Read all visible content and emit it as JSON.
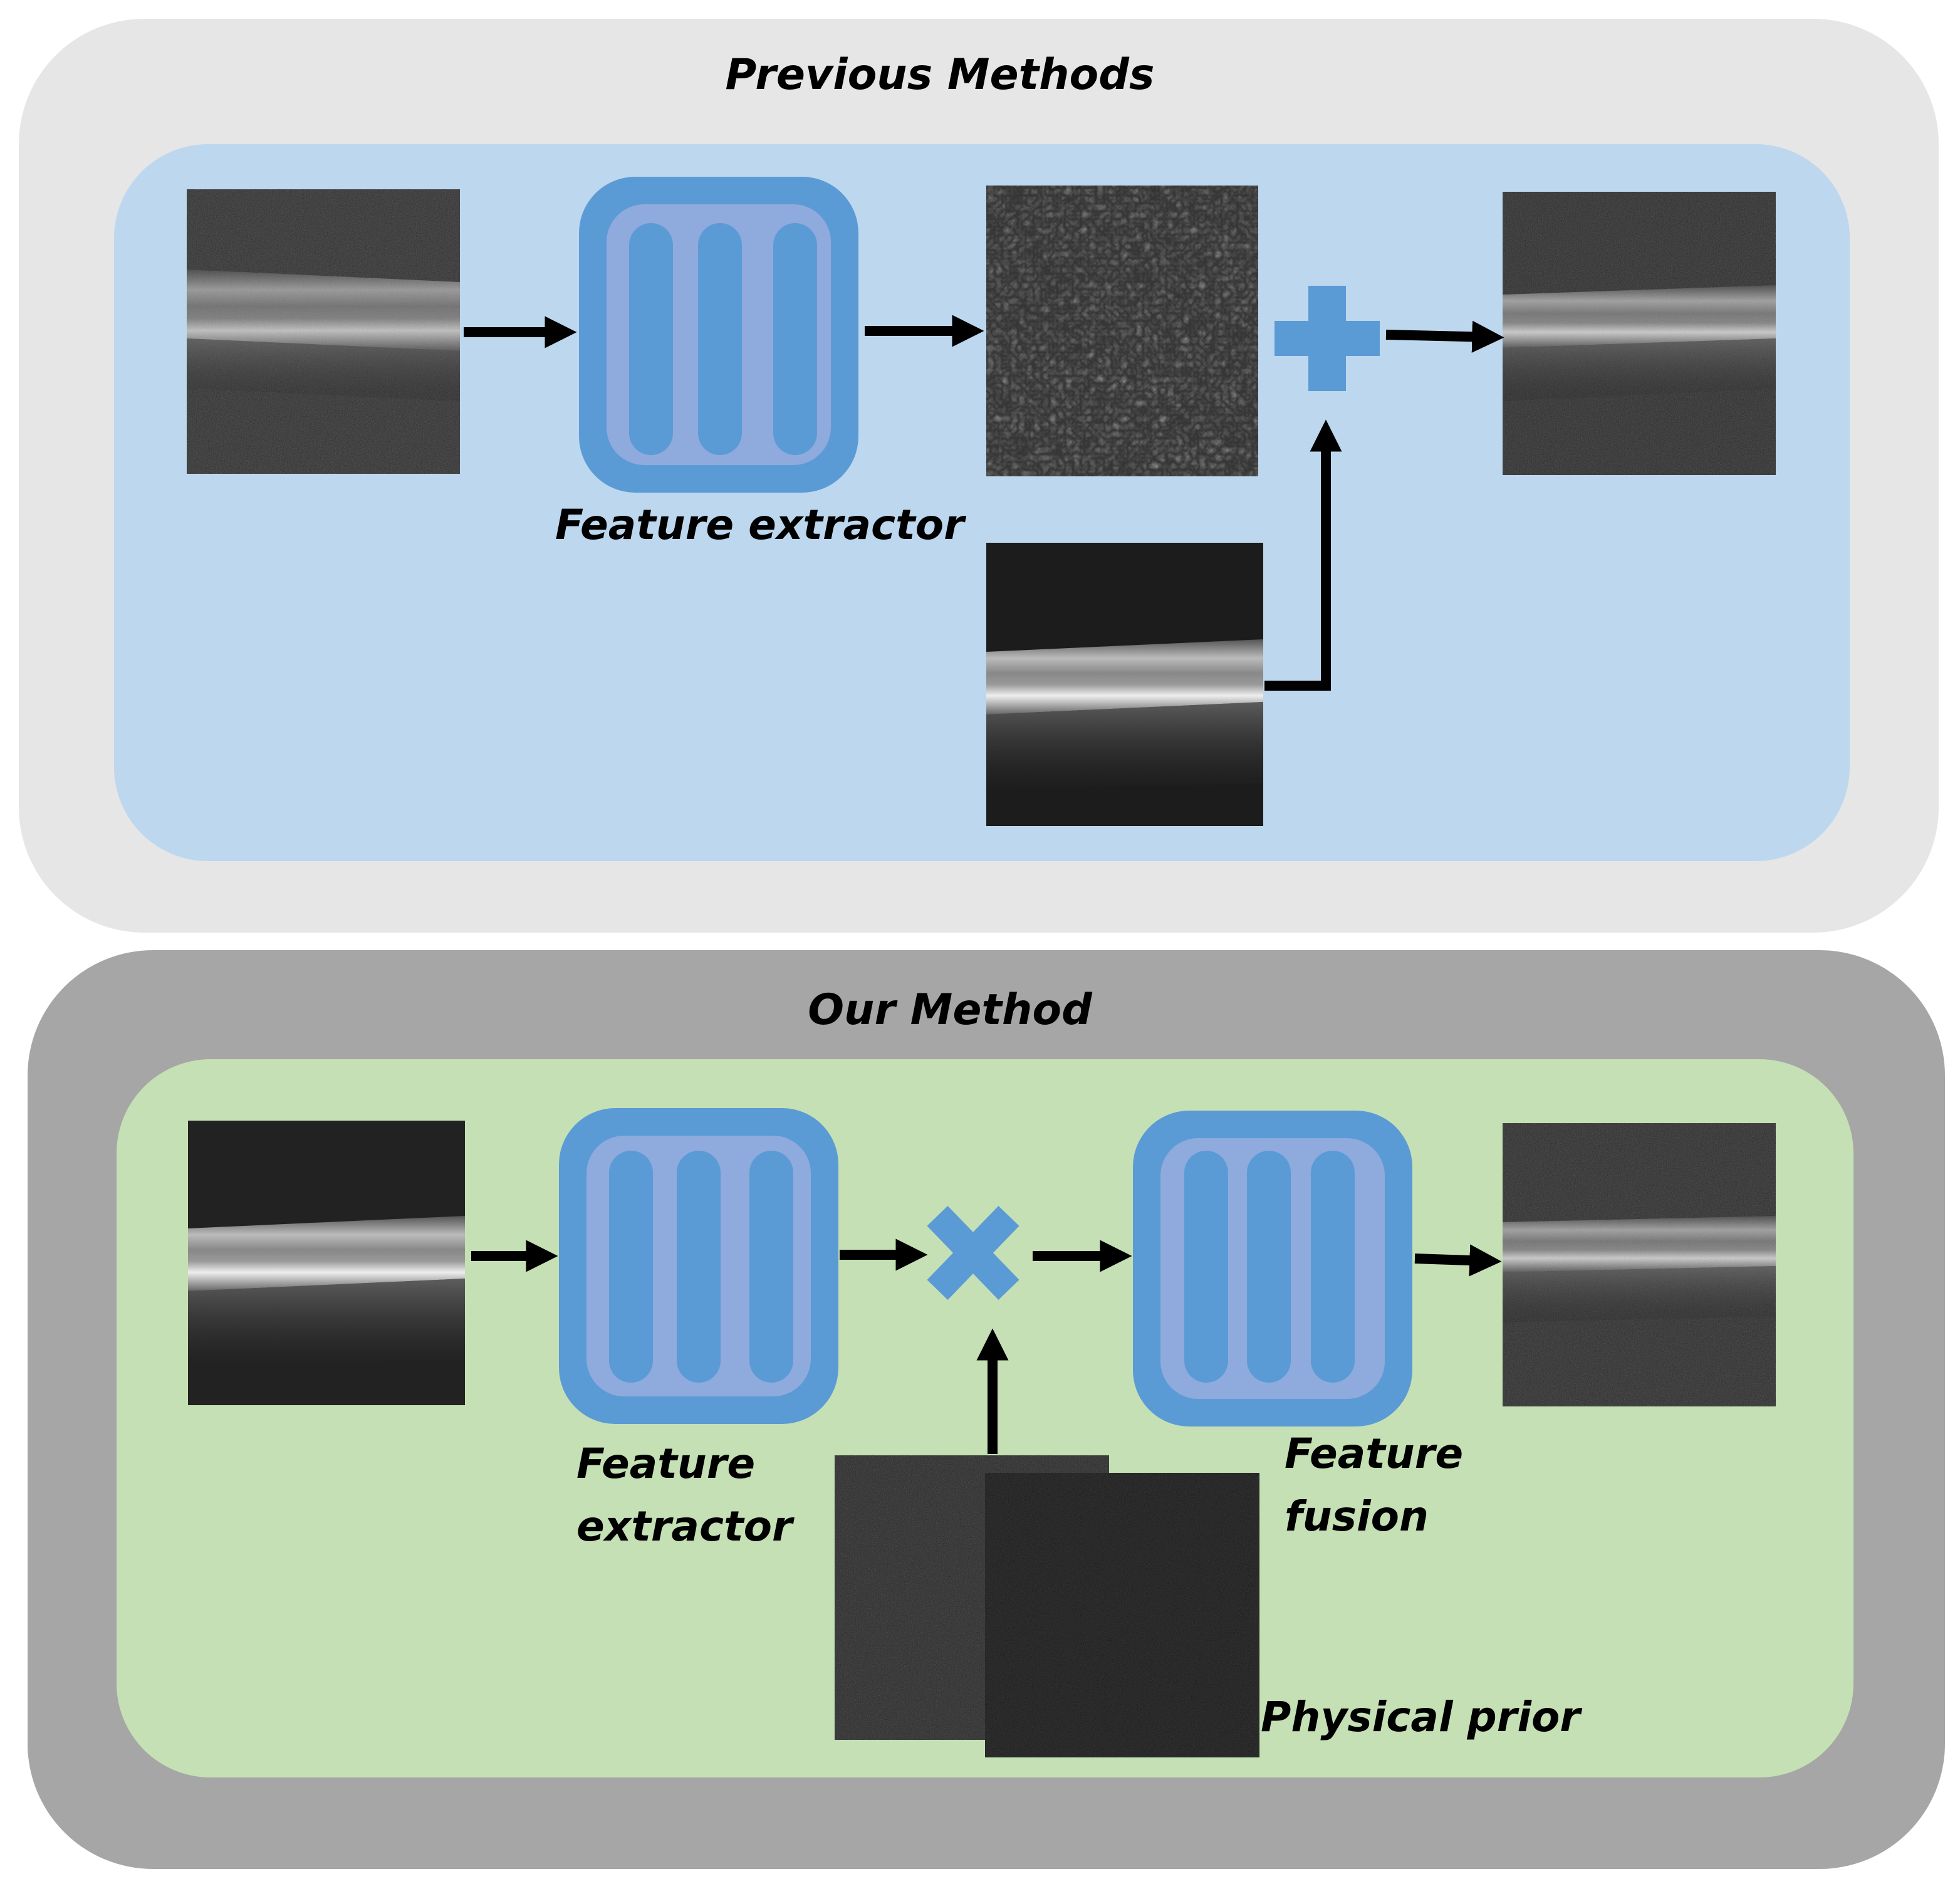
{
  "panels": {
    "previous": {
      "title": "Previous Methods",
      "extractor_label": "Feature extractor",
      "combine_op": "plus"
    },
    "ours": {
      "title": "Our Method",
      "extractor_label_line1": "Feature",
      "extractor_label_line2": "extractor",
      "fusion_label_line1": "Feature",
      "fusion_label_line2": "fusion",
      "prior_label": "Physical prior",
      "combine_op": "multiply"
    }
  },
  "colors": {
    "outer_top": "#e6e6e6",
    "outer_bottom": "#a6a6a6",
    "inner_top": "#bdd7ee",
    "inner_bottom": "#c5e0b4",
    "module_outer": "#5b9bd5",
    "module_inner": "#8faadc",
    "arrow": "#000000"
  },
  "icons": [
    "plus-icon",
    "multiply-icon",
    "arrow-icon"
  ]
}
